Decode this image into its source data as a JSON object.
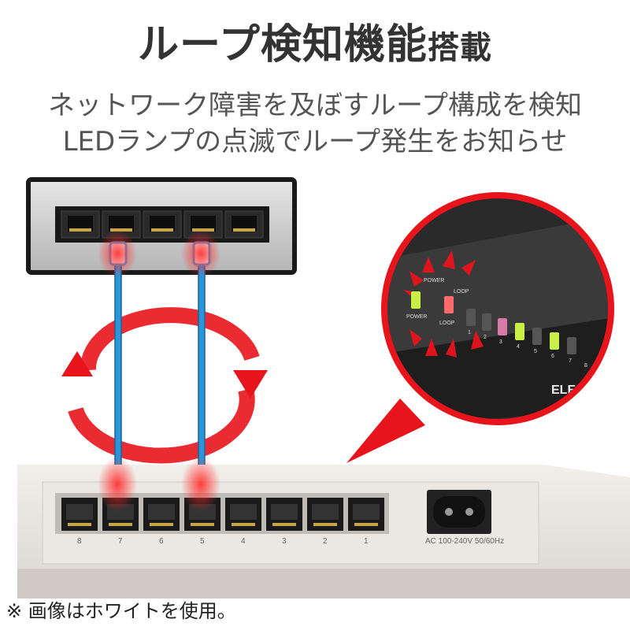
{
  "header": {
    "title_main": "ループ検知機能",
    "title_tail": "搭載"
  },
  "subtitle": {
    "line1": "ネットワーク障害を及ぼすループ構成を検知",
    "line2": "LEDランプの点滅でループ発生をお知らせ"
  },
  "footnote": "※ 画像はホワイトを使用。",
  "switch_front": {
    "port_numbers": [
      "8",
      "7",
      "6",
      "5",
      "4",
      "3",
      "2",
      "1"
    ],
    "power_label": "AC 100-240V 50/60Hz"
  },
  "led_panel": {
    "power_label_top": "POWER",
    "power_label": "POWER",
    "loop_label_top": "LOOP",
    "loop_label": "LOOP",
    "port_numbers": [
      "1",
      "2",
      "3",
      "4",
      "5",
      "6",
      "7",
      "8"
    ],
    "brand_fragment": "ELE"
  },
  "colors": {
    "loop_red": "#e8141c",
    "cable_blue": "#2b95d6",
    "led_green": "#c8f046"
  }
}
